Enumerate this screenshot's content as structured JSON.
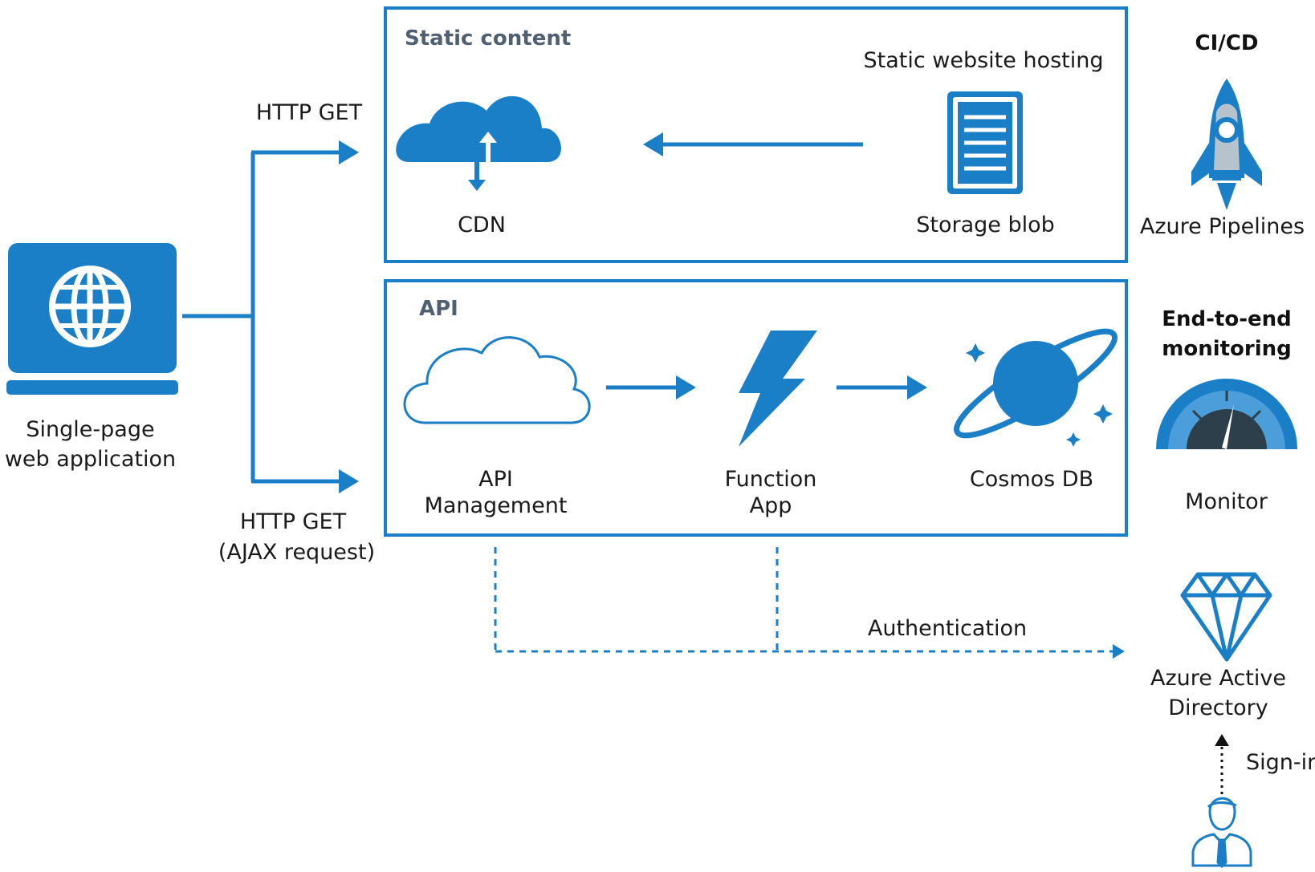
{
  "colors": {
    "primary": "#1a7fc7",
    "box_border": "#1a7fc7",
    "heading_text": "#4f6072",
    "gauge_dark": "#2e3f4c",
    "rocket_gray": "#b7c3cc"
  },
  "client": {
    "label_line1": "Single-page",
    "label_line2": "web application",
    "icon": "laptop-globe-icon"
  },
  "connections": {
    "top_label": "HTTP GET",
    "bottom_label_line1": "HTTP GET",
    "bottom_label_line2": "(AJAX request)",
    "authentication_label": "Authentication",
    "signin_label": "Sign-in"
  },
  "static_content": {
    "title": "Static content",
    "hosting_label": "Static website hosting",
    "cdn_label": "CDN",
    "storage_label": "Storage blob",
    "cdn_icon": "cloud-transfer-icon",
    "storage_icon": "document-icon"
  },
  "api": {
    "title": "API",
    "apim_line1": "API",
    "apim_line2": "Management",
    "function_line1": "Function",
    "function_line2": "App",
    "cosmos_label": "Cosmos DB",
    "apim_icon": "cloud-outline-icon",
    "function_icon": "lightning-icon",
    "cosmos_icon": "planet-icon"
  },
  "right_column": {
    "cicd_heading": "CI/CD",
    "pipelines_label": "Azure Pipelines",
    "monitoring_heading_line1": "End-to-end",
    "monitoring_heading_line2": "monitoring",
    "monitor_label": "Monitor",
    "aad_line1": "Azure Active",
    "aad_line2": "Directory",
    "pipelines_icon": "rocket-icon",
    "monitor_icon": "gauge-icon",
    "aad_icon": "diamond-icon",
    "user_icon": "user-icon"
  }
}
